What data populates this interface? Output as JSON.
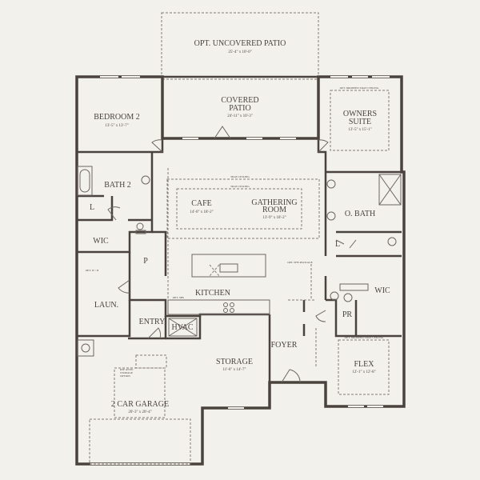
{
  "rooms": {
    "uncovered_patio": {
      "name": "OPT. UNCOVERED PATIO",
      "dim": "25'-4\" x 10'-0\""
    },
    "covered_patio": {
      "name1": "COVERED",
      "name2": "PATIO",
      "dim": "24'-11\" x 10'-3\""
    },
    "bedroom2": {
      "name": "BEDROOM 2",
      "dim": "13'-5\" x 13'-7\""
    },
    "owners_suite": {
      "name1": "OWNERS",
      "name2": "SUITE",
      "dim": "13'-5\" x 15'-1\"",
      "note": "OPT. DROPPED TRAY CEILING"
    },
    "bath2": {
      "name": "BATH 2"
    },
    "linen_left": {
      "name": "L"
    },
    "wic_left": {
      "name": "WIC"
    },
    "cafe": {
      "name": "CAFE",
      "dim": "14'-0\" x 18'-2\""
    },
    "gathering": {
      "name1": "GATHERING",
      "name2": "ROOM",
      "dim": "13'-9\" x 18'-2\""
    },
    "tray1": "TRAY CEILING",
    "tray2": "TRAY CEILING",
    "o_bath": {
      "name": "O. BATH"
    },
    "linen_right": {
      "name": "L"
    },
    "wic_right": {
      "name": "WIC"
    },
    "pantry": {
      "name": "P"
    },
    "laundry": {
      "name": "LAUN.",
      "note": "OPT. W / D"
    },
    "kitchen": {
      "name": "KITCHEN",
      "note": "OPT. SHS"
    },
    "shs_package": "OPT. SHS PACKAGE",
    "powder": {
      "name": "PR"
    },
    "entry": {
      "name": "ENTRY"
    },
    "hvac": {
      "name": "HVAC"
    },
    "storage": {
      "name": "STORAGE",
      "dim": "11'-6\" x 14'-7\""
    },
    "foyer": {
      "name": "FOYER"
    },
    "flex": {
      "name": "FLEX",
      "dim": "12'-1\" x 12'-8\"",
      "note": "OPT. DROPPED TRAY CEILING"
    },
    "garage": {
      "name": "2 CAR GARAGE",
      "dim": "20'-3\" x 20'-4\"",
      "note1": "RSF ATTIC",
      "note2": "STORAGE",
      "note3": "OPTION"
    }
  },
  "colors": {
    "wall": "#4a423d",
    "background": "#f3f1ec"
  }
}
